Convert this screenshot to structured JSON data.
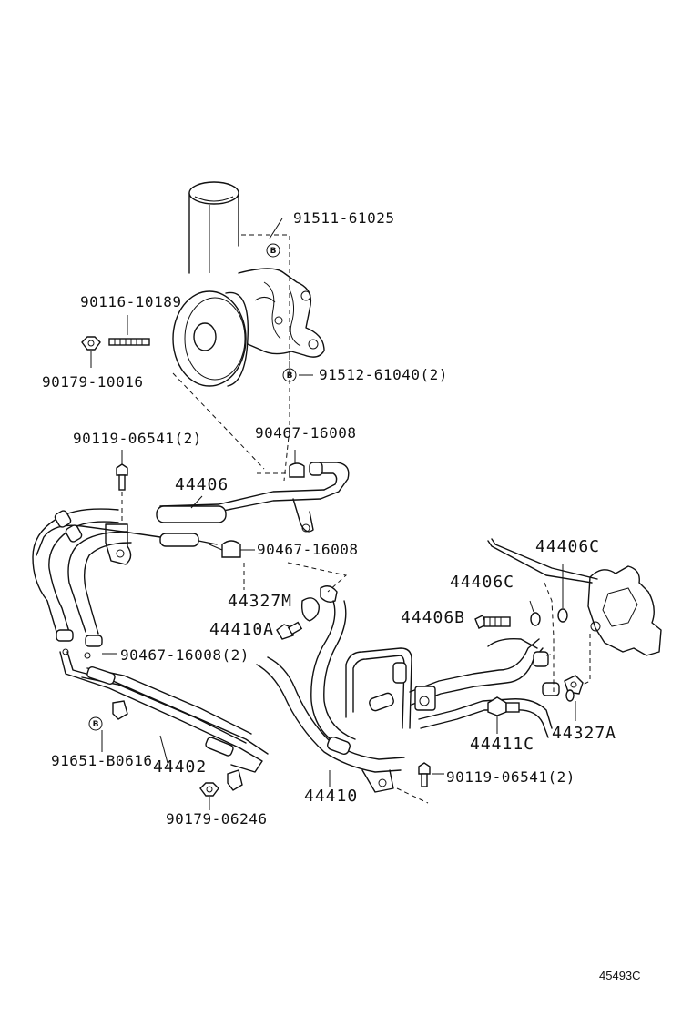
{
  "diagram": {
    "part_labels": {
      "p91511": "91511-61025",
      "p90116": "90116-10189",
      "p90179a": "90179-10016",
      "p91512": "91512-61040(2)",
      "p90119a": "90119-06541(2)",
      "p90467a": "90467-16008",
      "p44406": "44406",
      "p90467b": "90467-16008",
      "p44406C_top": "44406C",
      "p44406C": "44406C",
      "p44327M": "44327M",
      "p44406B": "44406B",
      "p44410A": "44410A",
      "p90467c": "90467-16008(2)",
      "p44411C": "44411C",
      "p44327A": "44327A",
      "p91651": "91651-B0616",
      "p44402": "44402",
      "p90119b": "90119-06541(2)",
      "p44410": "44410",
      "p90179b": "90179-06246"
    },
    "marker_letter": "B",
    "figure_number": "45493C"
  }
}
